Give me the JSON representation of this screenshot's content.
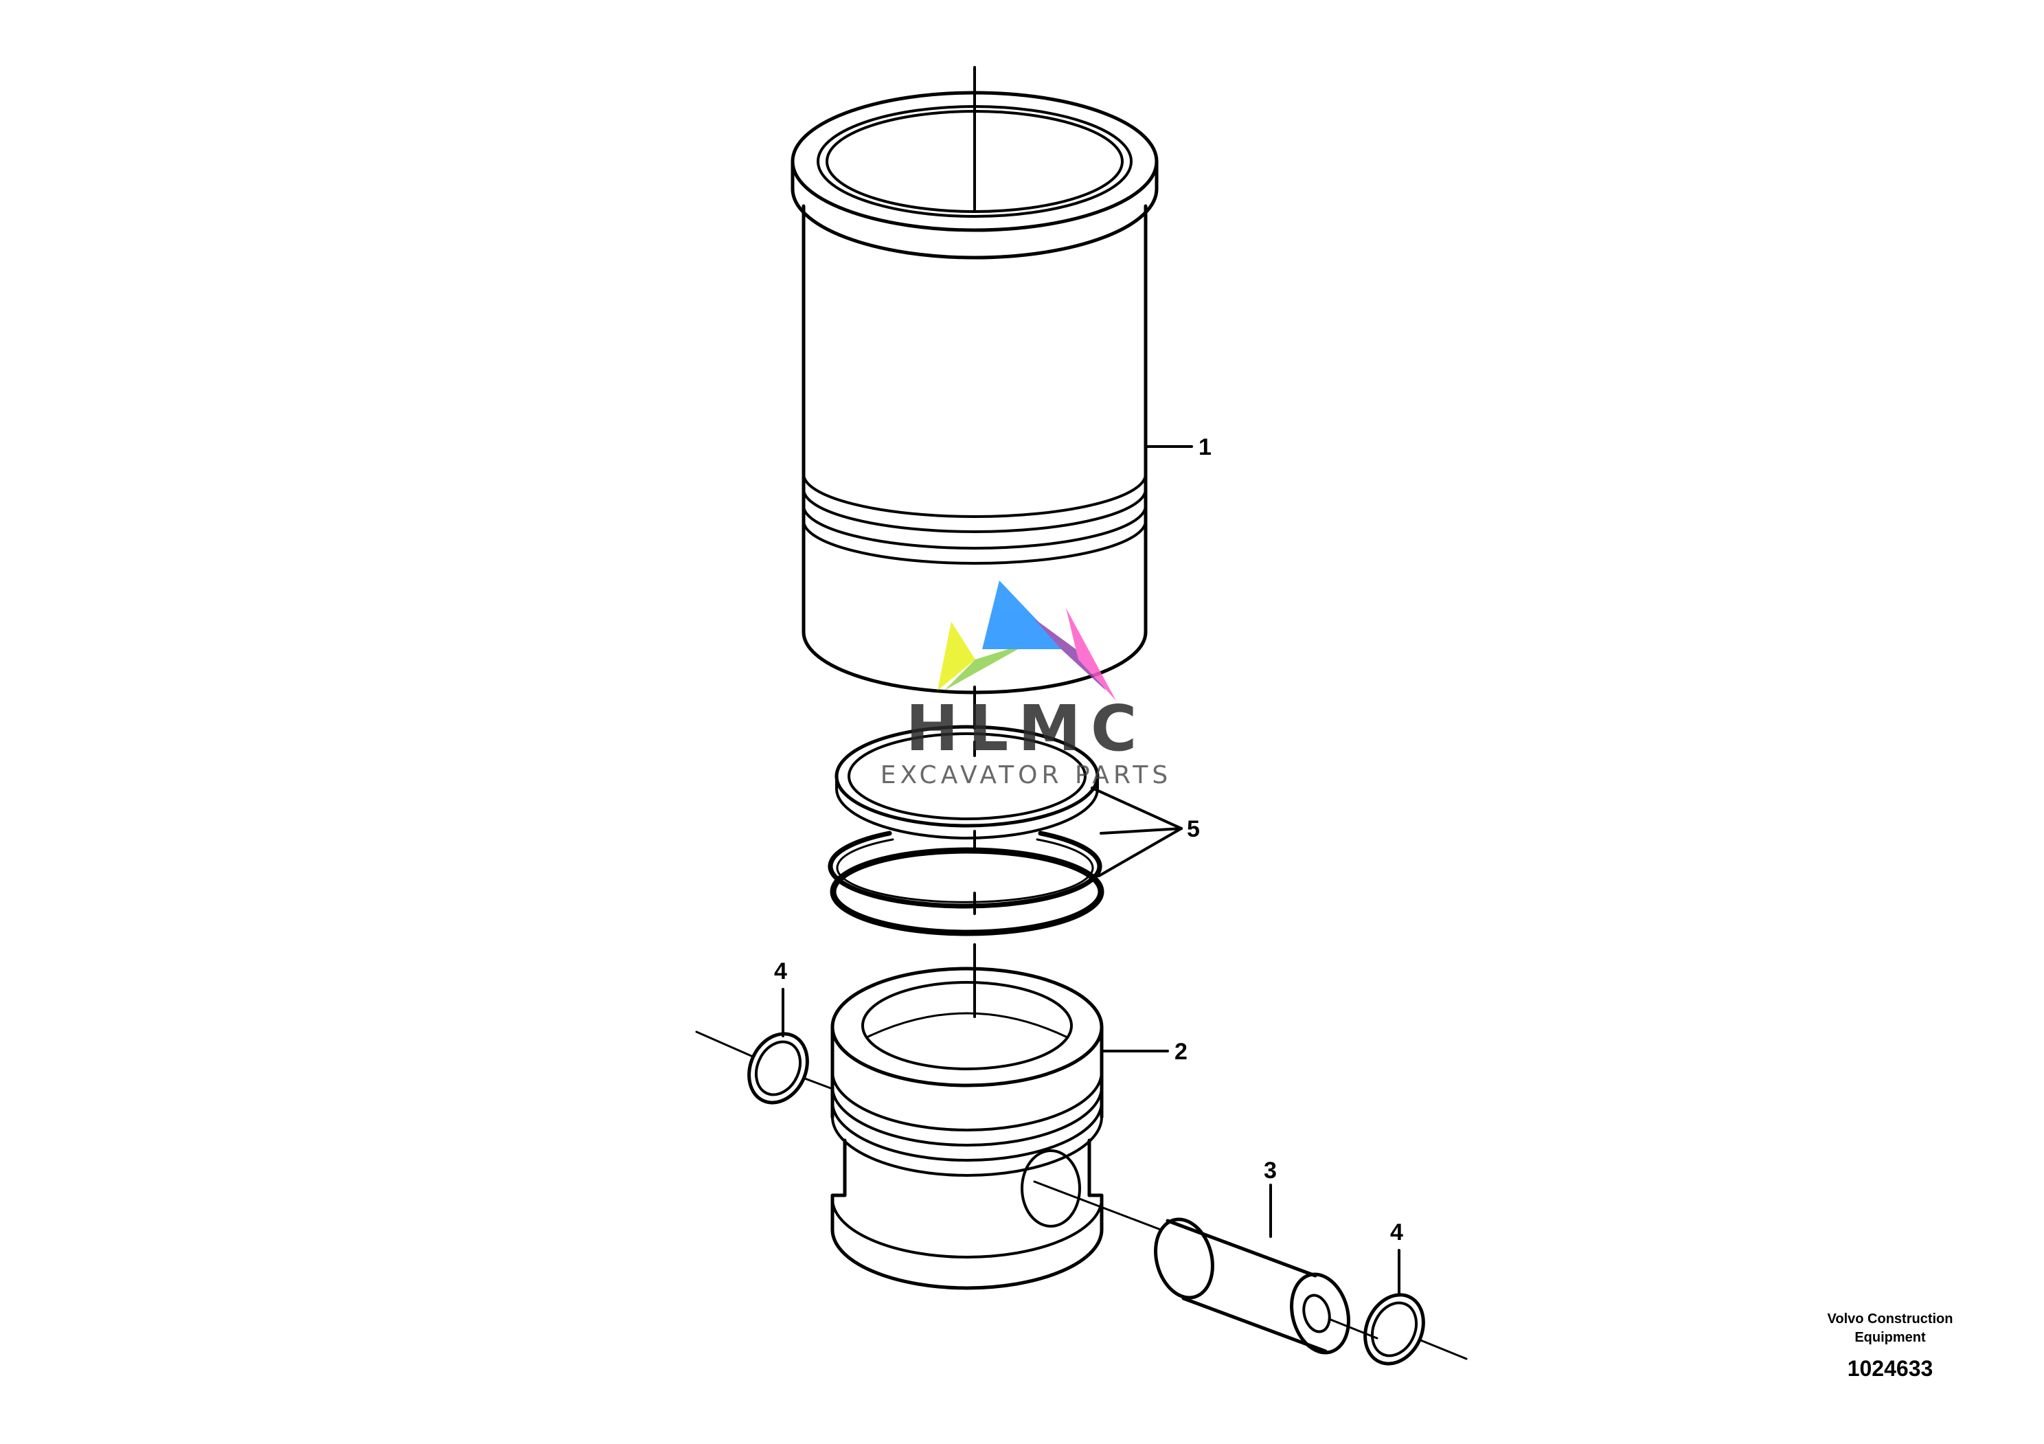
{
  "callouts": [
    {
      "id": "1",
      "text": "1",
      "part": "cylinder-liner"
    },
    {
      "id": "2",
      "text": "2",
      "part": "piston"
    },
    {
      "id": "3",
      "text": "3",
      "part": "piston-pin"
    },
    {
      "id": "4a",
      "text": "4",
      "part": "circlip-left"
    },
    {
      "id": "4b",
      "text": "4",
      "part": "circlip-right"
    },
    {
      "id": "5",
      "text": "5",
      "part": "piston-ring-set"
    }
  ],
  "footer": {
    "company_line1": "Volvo Construction",
    "company_line2": "Equipment",
    "figure_number": "1024633"
  },
  "watermark": {
    "title": "HLMC",
    "subtitle": "EXCAVATOR PARTS",
    "colors": {
      "yellow": "#e8f21c",
      "green": "#8fd14f",
      "blue": "#1e90ff",
      "purple": "#8e44ad",
      "pink": "#ff5bc8"
    }
  },
  "colors": {
    "line": "#000000",
    "background": "#ffffff"
  }
}
